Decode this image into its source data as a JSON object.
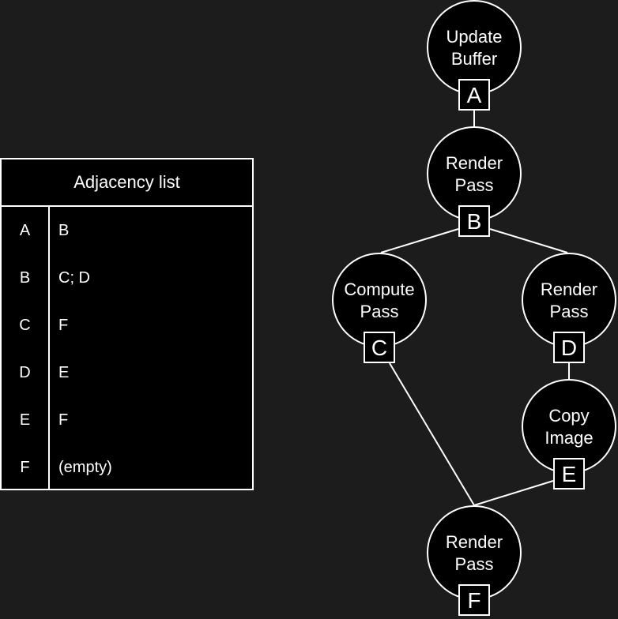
{
  "adjacency": {
    "title": "Adjacency list",
    "rows": [
      {
        "key": "A",
        "value": "B"
      },
      {
        "key": "B",
        "value": "C; D"
      },
      {
        "key": "C",
        "value": "F"
      },
      {
        "key": "D",
        "value": "E"
      },
      {
        "key": "E",
        "value": "F"
      },
      {
        "key": "F",
        "value": "(empty)"
      }
    ]
  },
  "graph": {
    "nodes": [
      {
        "id": "A",
        "line1": "Update",
        "line2": "Buffer"
      },
      {
        "id": "B",
        "line1": "Render",
        "line2": "Pass"
      },
      {
        "id": "C",
        "line1": "Compute",
        "line2": "Pass"
      },
      {
        "id": "D",
        "line1": "Render",
        "line2": "Pass"
      },
      {
        "id": "E",
        "line1": "Copy",
        "line2": "Image"
      },
      {
        "id": "F",
        "line1": "Render",
        "line2": "Pass"
      }
    ],
    "edges": [
      {
        "from": "A",
        "to": "B"
      },
      {
        "from": "B",
        "to": "C"
      },
      {
        "from": "B",
        "to": "D"
      },
      {
        "from": "C",
        "to": "F"
      },
      {
        "from": "D",
        "to": "E"
      },
      {
        "from": "E",
        "to": "F"
      }
    ]
  },
  "colors": {
    "background": "#1c1c1c",
    "fill": "#000000",
    "stroke": "#ffffff"
  }
}
